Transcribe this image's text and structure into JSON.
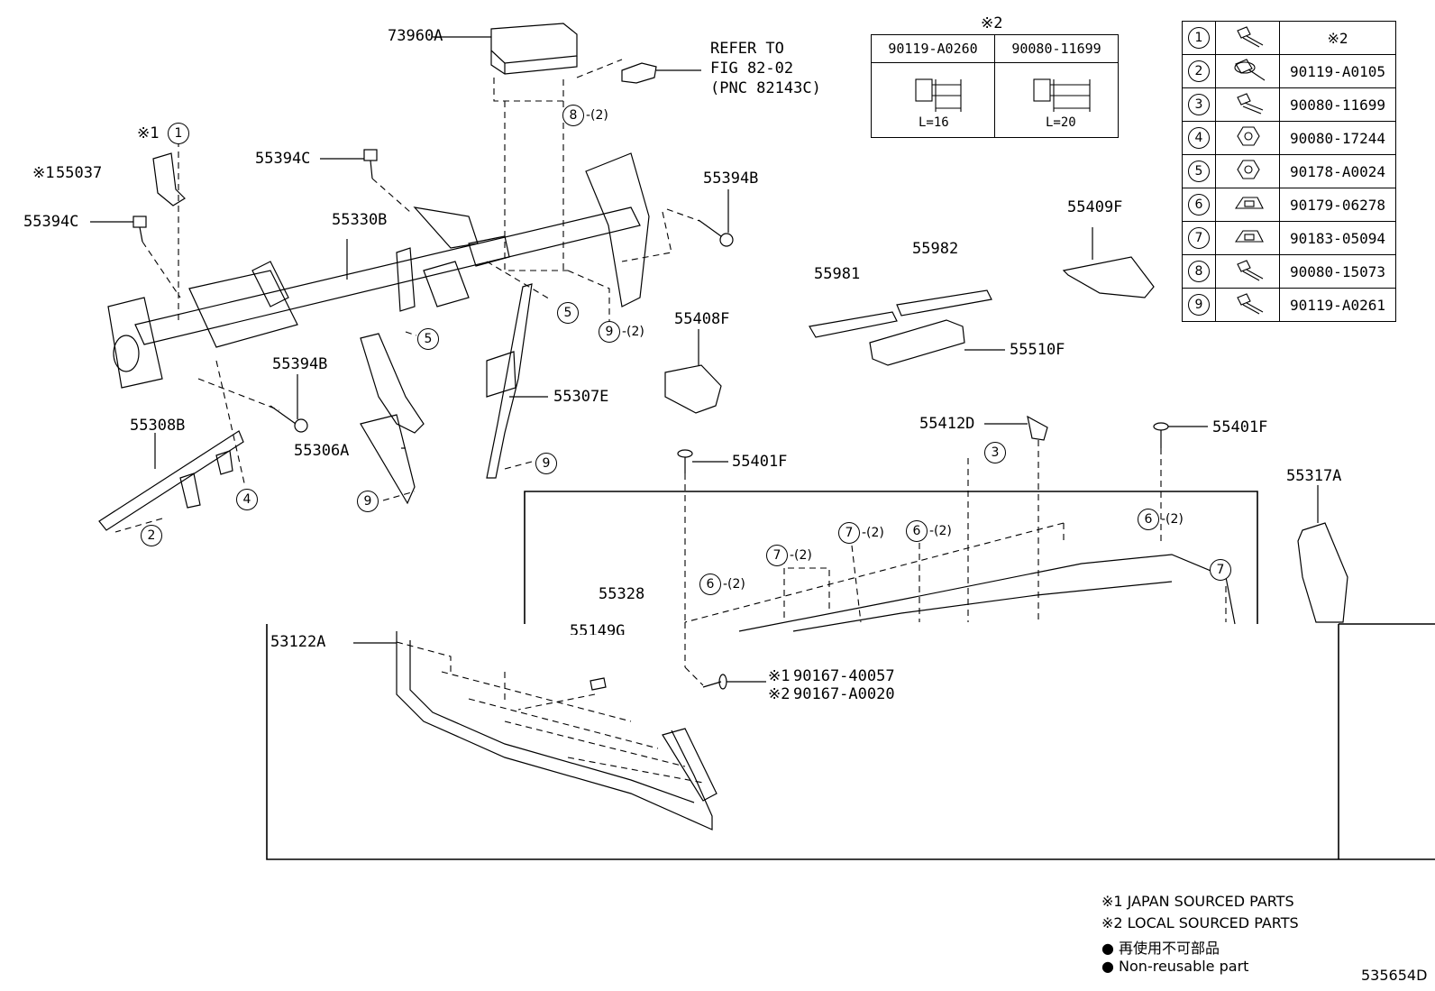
{
  "labels": {
    "p73960A": "73960A",
    "refer": [
      "REFER TO",
      "FIG 82-02",
      "(PNC 82143C)"
    ],
    "p55394C_top": "55394C",
    "p55394C_left": "55394C",
    "p55037": "55037",
    "p55330B": "55330B",
    "p55394B_right": "55394B",
    "p55394B_mid": "55394B",
    "p55308B": "55308B",
    "p55306A": "55306A",
    "p55307E": "55307E",
    "p55408F": "55408F",
    "p55981": "55981",
    "p55982": "55982",
    "p55409F": "55409F",
    "p55510F": "55510F",
    "p55412D": "55412D",
    "p55401F_a": "55401F",
    "p55401F_b": "55401F",
    "p55317A": "55317A",
    "p55328": "55328",
    "p55149G": "55149G",
    "p53122A": "53122A",
    "clip1": "90167-40057",
    "clip2": "90167-A0020",
    "mark1": "※1",
    "mark2": "※2",
    "qty2": "-(2)",
    "drawing_no": "535654D"
  },
  "bolt_table": {
    "header": "※2",
    "cols": [
      {
        "part": "90119-A0260",
        "length": "L=16"
      },
      {
        "part": "90080-11699",
        "length": "L=20"
      }
    ]
  },
  "fastener_table": [
    {
      "no": "1",
      "icon": "bolt-icon",
      "part": "※2"
    },
    {
      "no": "2",
      "icon": "flange-bolt-icon",
      "part": "90119-A0105"
    },
    {
      "no": "3",
      "icon": "screw-icon",
      "part": "90080-11699"
    },
    {
      "no": "4",
      "icon": "nut-icon",
      "part": "90080-17244"
    },
    {
      "no": "5",
      "icon": "nut-icon",
      "part": "90178-A0024"
    },
    {
      "no": "6",
      "icon": "clip-nut-icon",
      "part": "90179-06278"
    },
    {
      "no": "7",
      "icon": "clip-nut-icon",
      "part": "90183-05094"
    },
    {
      "no": "8",
      "icon": "bolt-icon",
      "part": "90080-15073"
    },
    {
      "no": "9",
      "icon": "bolt-icon",
      "part": "90119-A0261"
    }
  ],
  "callouts": [
    "1",
    "2",
    "3",
    "4",
    "5",
    "5",
    "6",
    "6",
    "6",
    "7",
    "7",
    "7",
    "8",
    "9",
    "9",
    "9",
    "9"
  ],
  "notes": {
    "n1": "※1 JAPAN SOURCED PARTS",
    "n2": "※2 LOCAL SOURCED PARTS",
    "n3": "● 再使用不可部品",
    "n4": "● Non-reusable part"
  }
}
